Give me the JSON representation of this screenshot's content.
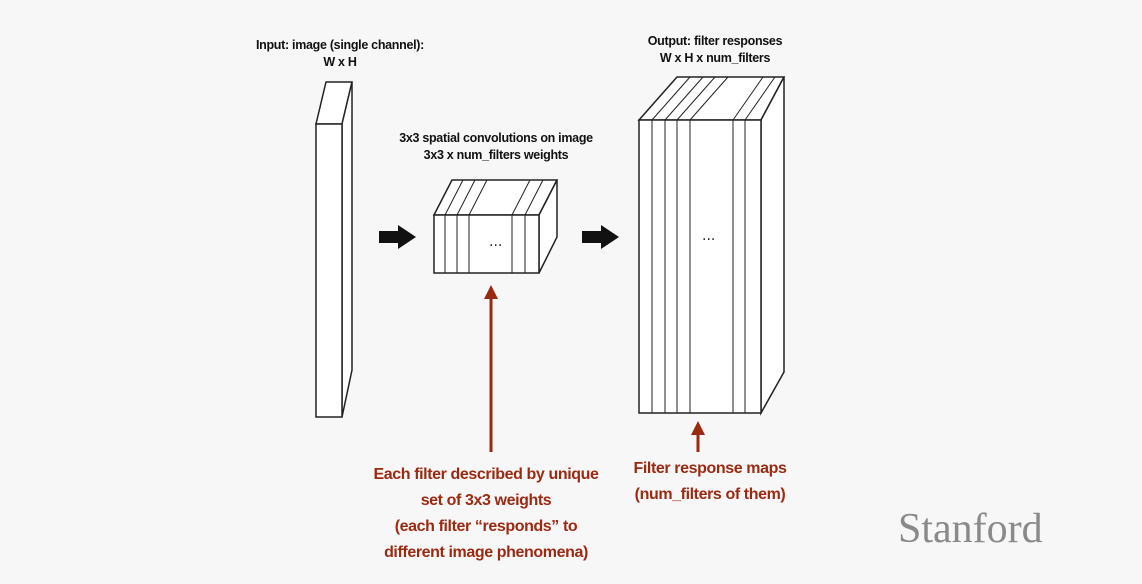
{
  "input": {
    "line1": "Input: image (single channel):",
    "line2": "W x H"
  },
  "filters": {
    "line1": "3x3 spatial convolutions on image",
    "line2": "3x3 x num_filters weights",
    "ellipsis": "..."
  },
  "output": {
    "line1": "Output: filter responses",
    "line2": "W x H x num_filters",
    "ellipsis": "..."
  },
  "filter_note": {
    "lines": [
      "Each filter described by unique",
      "set of 3x3 weights",
      "(each filter “responds” to",
      "different image phenomena)"
    ]
  },
  "response_note": {
    "lines": [
      "Filter response maps",
      "(num_filters of them)"
    ]
  },
  "logo": "Stanford",
  "colors": {
    "annotation": "#9b2a12",
    "stroke": "#222222",
    "logo": "#8a8a8a"
  }
}
